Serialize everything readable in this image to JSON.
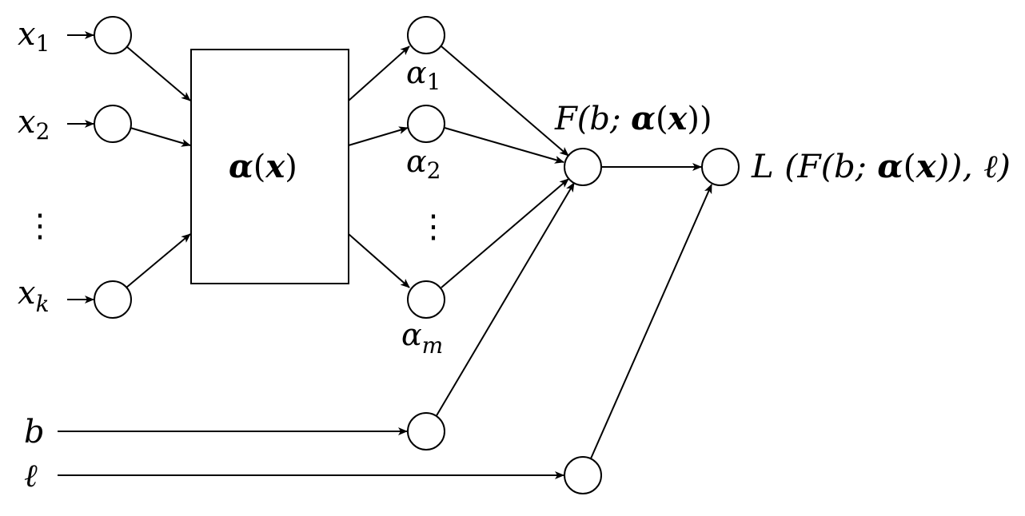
{
  "diagram": {
    "inputs": {
      "x1": {
        "base": "x",
        "sub": "1"
      },
      "x2": {
        "base": "x",
        "sub": "2"
      },
      "xk": {
        "base": "x",
        "sub": "k"
      },
      "vdots": "⋮",
      "b": "b",
      "l": "ℓ"
    },
    "box": {
      "label_alpha": "α",
      "label_open": "(",
      "label_x": "x",
      "label_close": ")"
    },
    "alphas": {
      "a1": {
        "base": "α",
        "sub": "1"
      },
      "a2": {
        "base": "α",
        "sub": "2"
      },
      "am": {
        "base": "α",
        "sub": "m"
      },
      "vdots": "⋮"
    },
    "F_label": {
      "p1": "F(b; ",
      "alpha": "α",
      "p2": "(",
      "x": "x",
      "p3": "))"
    },
    "L_label": {
      "p1": "L (F(b; ",
      "alpha": "α",
      "p2": "(",
      "x": "x",
      "p3": ")), ℓ)"
    },
    "colors": {
      "stroke": "#000000",
      "fill": "#ffffff"
    }
  }
}
